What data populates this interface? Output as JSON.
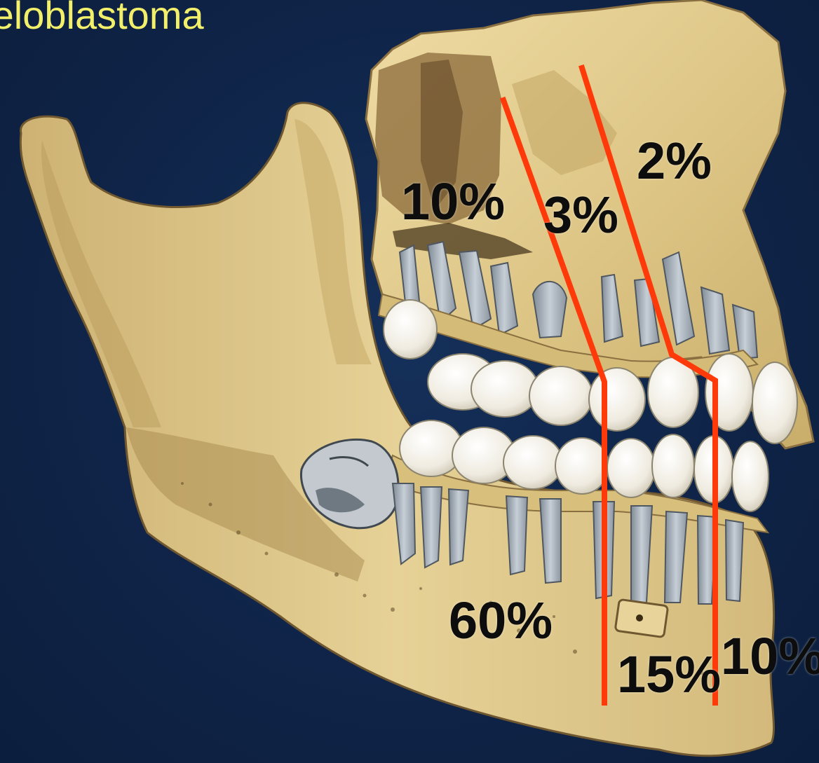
{
  "title": "meloblastoma",
  "colors": {
    "background": "#0f2448",
    "title": "#f2ef6a",
    "bone": "#e2cc8c",
    "bone_shade": "#b89a5a",
    "teeth": "#f4f1e8",
    "roots": "#9aa4ae",
    "division_lines": "#ff3a0a",
    "labels": "#0d0d0d"
  },
  "regions": {
    "upper_posterior": "10%",
    "upper_middle": "3%",
    "upper_anterior": "2%",
    "lower_posterior": "60%",
    "lower_middle": "15%",
    "lower_anterior": "10%"
  }
}
